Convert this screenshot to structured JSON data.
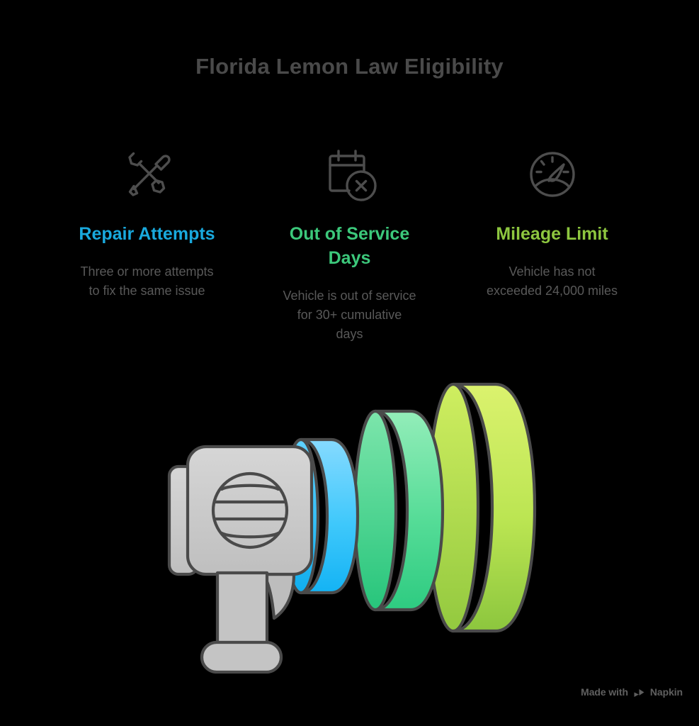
{
  "title": "Florida Lemon Law Eligibility",
  "colors": {
    "background": "#000000",
    "title_gray": "#4a4a4a",
    "body_gray": "#595959",
    "icon_gray": "#4d4d4d",
    "blue": "#19a9dd",
    "green": "#3cc87b",
    "lime": "#8dc63f",
    "megaphone_body": "#c9c9c9",
    "megaphone_outline": "#4a4a4a",
    "wave_blue_light": "#7fd8fb",
    "wave_blue_dark": "#16b5f5",
    "wave_green_light": "#8cebb4",
    "wave_green_dark": "#2fcf85",
    "wave_lime_light": "#d4ef63",
    "wave_lime_dark": "#8cc63e"
  },
  "columns": [
    {
      "icon": "wrench-screwdriver-icon",
      "heading": "Repair Attempts",
      "heading_color": "blue",
      "body": "Three or more attempts to fix the same issue"
    },
    {
      "icon": "calendar-x-icon",
      "heading": "Out of Service Days",
      "heading_color": "green",
      "body": "Vehicle is out of service for 30+ cumulative days"
    },
    {
      "icon": "speedometer-icon",
      "heading": "Mileage Limit",
      "heading_color": "lime",
      "body": "Vehicle has not exceeded 24,000 miles"
    }
  ],
  "illustration": {
    "name": "megaphone-with-sound-waves",
    "waves": [
      "blue",
      "green",
      "lime"
    ]
  },
  "watermark": {
    "prefix": "Made with",
    "brand": "Napkin",
    "logo": "napkin-play-logo"
  }
}
